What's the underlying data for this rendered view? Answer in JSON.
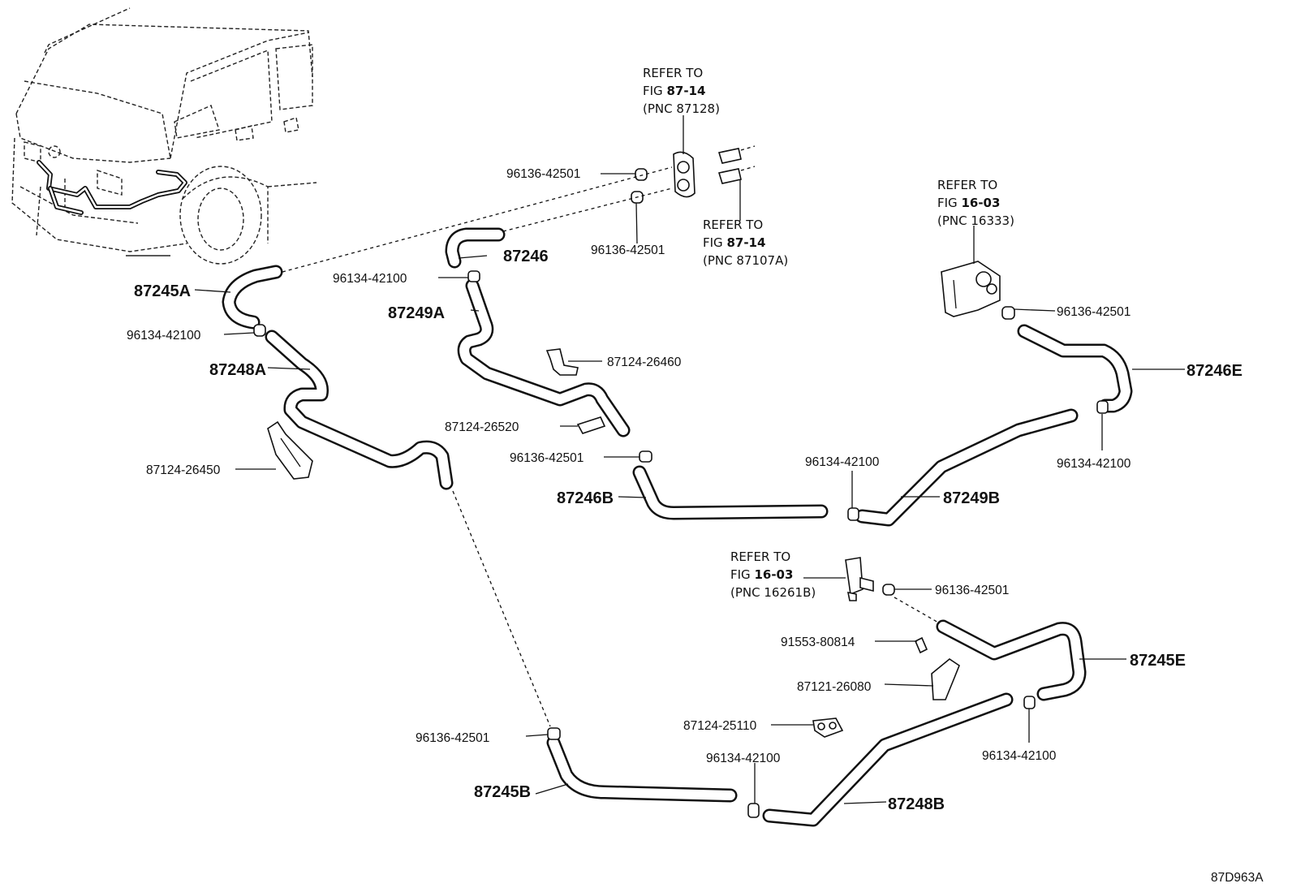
{
  "refs": {
    "r1": {
      "l1": "REFER TO",
      "l2a": "FIG ",
      "l2b": "87-14",
      "l3": "(PNC 87128)"
    },
    "r2": {
      "l1": "REFER TO",
      "l2a": "FIG ",
      "l2b": "87-14",
      "l3": "(PNC 87107A)"
    },
    "r3": {
      "l1": "REFER TO",
      "l2a": "FIG ",
      "l2b": "16-03",
      "l3": "(PNC 16333)"
    },
    "r4": {
      "l1": "REFER TO",
      "l2a": "FIG ",
      "l2b": "16-03",
      "l3": "(PNC 16261B)"
    }
  },
  "hoses": {
    "h87246": "87246",
    "h87245A": "87245A",
    "h87249A": "87249A",
    "h87248A": "87248A",
    "h87246B": "87246B",
    "h87249B": "87249B",
    "h87246E": "87246E",
    "h87245E": "87245E",
    "h87245B": "87245B",
    "h87248B": "87248B"
  },
  "parts": {
    "p1": "96136-42501",
    "p2": "96136-42501",
    "p3": "96134-42100",
    "p4": "96134-42100",
    "p5": "87124-26460",
    "p6": "87124-26520",
    "p7": "96136-42501",
    "p8": "87124-26450",
    "p9": "96134-42100",
    "p10": "96136-42501",
    "p11": "96134-42100",
    "p12": "96136-42501",
    "p13": "91553-80814",
    "p14": "87121-26080",
    "p15": "87124-25110",
    "p16": "96136-42501",
    "p17": "96134-42100",
    "p18": "96134-42100"
  },
  "diagram_code": "87D963A"
}
